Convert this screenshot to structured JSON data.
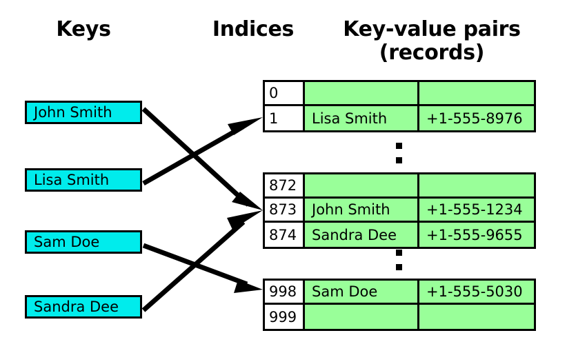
{
  "headers": {
    "keys": "Keys",
    "indices": "Indices",
    "key_value_pairs": "Key-value pairs\n(records)",
    "key_value_line1": "Key-value pairs",
    "key_value_line2": "(records)"
  },
  "colors": {
    "key_box_fill": "#00ECEC",
    "record_fill": "#99FF99",
    "index_fill": "#FFFFFF",
    "stroke": "#000000",
    "background": "#FFFFFF"
  },
  "keys": [
    {
      "label": "John Smith"
    },
    {
      "label": "Lisa Smith"
    },
    {
      "label": "Sam Doe"
    },
    {
      "label": "Sandra Dee"
    }
  ],
  "table_blocks": [
    {
      "id": "top",
      "rows": [
        {
          "index": "0",
          "name": "",
          "phone": ""
        },
        {
          "index": "1",
          "name": "Lisa Smith",
          "phone": "+1-555-8976"
        }
      ]
    },
    {
      "id": "middle",
      "rows": [
        {
          "index": "872",
          "name": "",
          "phone": ""
        },
        {
          "index": "873",
          "name": "John Smith",
          "phone": "+1-555-1234"
        },
        {
          "index": "874",
          "name": "Sandra Dee",
          "phone": "+1-555-9655"
        }
      ]
    },
    {
      "id": "bottom",
      "rows": [
        {
          "index": "998",
          "name": "Sam Doe",
          "phone": "+1-555-5030"
        },
        {
          "index": "999",
          "name": "",
          "phone": ""
        }
      ]
    }
  ],
  "ellipses": [
    {
      "id": "ellipsis-1",
      "glyph": "vertical-ellipsis"
    },
    {
      "id": "ellipsis-2",
      "glyph": "vertical-ellipsis"
    }
  ],
  "arrows": [
    {
      "from": "John Smith",
      "to": "873"
    },
    {
      "from": "Lisa Smith",
      "to": "1"
    },
    {
      "from": "Sam Doe",
      "to": "998"
    },
    {
      "from": "Sandra Dee",
      "to": "873"
    }
  ]
}
